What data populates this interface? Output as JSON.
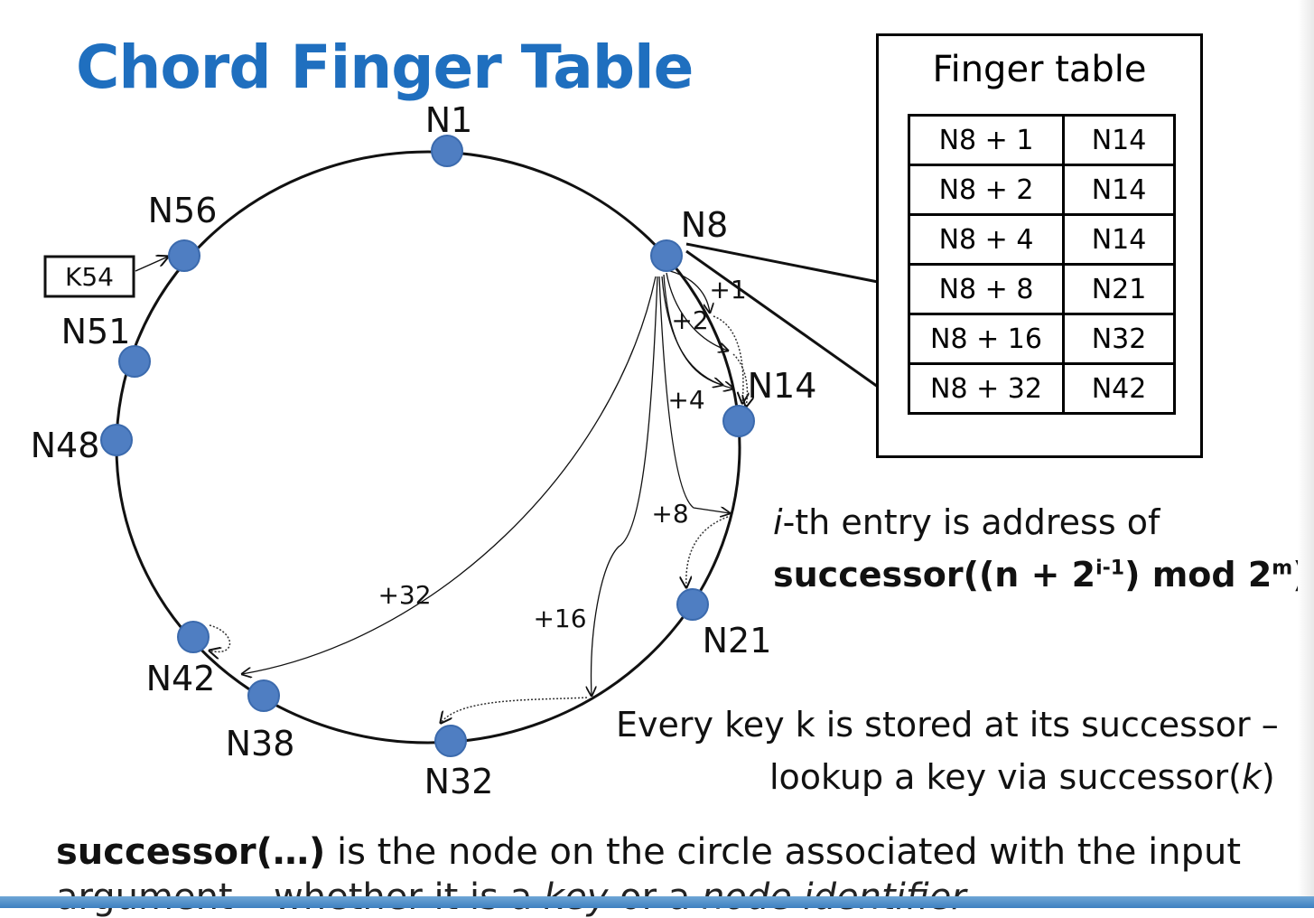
{
  "slide": {
    "title": "Chord Finger Table",
    "title_color": "#1f6fbf"
  },
  "ring": {
    "node_color": "#4f7ec2",
    "nodes": [
      {
        "id": "n1",
        "label": "N1"
      },
      {
        "id": "n8",
        "label": "N8"
      },
      {
        "id": "n14",
        "label": "N14"
      },
      {
        "id": "n21",
        "label": "N21"
      },
      {
        "id": "n32",
        "label": "N32"
      },
      {
        "id": "n38",
        "label": "N38"
      },
      {
        "id": "n42",
        "label": "N42"
      },
      {
        "id": "n48",
        "label": "N48"
      },
      {
        "id": "n51",
        "label": "N51"
      },
      {
        "id": "n56",
        "label": "N56"
      }
    ],
    "key_box": "K54",
    "finger_offsets": [
      "+1",
      "+2",
      "+4",
      "+8",
      "+16",
      "+32"
    ]
  },
  "finger_table": {
    "title": "Finger table",
    "rows": [
      {
        "start": "N8 + 1",
        "node": "N14"
      },
      {
        "start": "N8 + 2",
        "node": "N14"
      },
      {
        "start": "N8 + 4",
        "node": "N14"
      },
      {
        "start": "N8 + 8",
        "node": "N21"
      },
      {
        "start": "N8 + 16",
        "node": "N32"
      },
      {
        "start": "N8 + 32",
        "node": "N42"
      }
    ]
  },
  "notes": {
    "entry_line1_italic": "i",
    "entry_line1_rest": "-th entry is address of",
    "entry_line2_main": "successor((n + 2",
    "entry_line2_sup1": "i-1",
    "entry_line2_mid": ") mod 2",
    "entry_line2_sup2": "m",
    "entry_line2_end": ")",
    "key_line1": "Every key k is stored at its successor –",
    "key_line2_main": "lookup a key via successor(",
    "key_line2_italic": "k",
    "key_line2_end": ")",
    "bottom_line1_bold": "successor(…)",
    "bottom_line1_rest": " is the node on the circle associated with the input",
    "bottom_line2_a": "argument – whether it is a ",
    "bottom_line2_italic1": "key",
    "bottom_line2_b": " or a ",
    "bottom_line2_italic2": "node identifier"
  }
}
